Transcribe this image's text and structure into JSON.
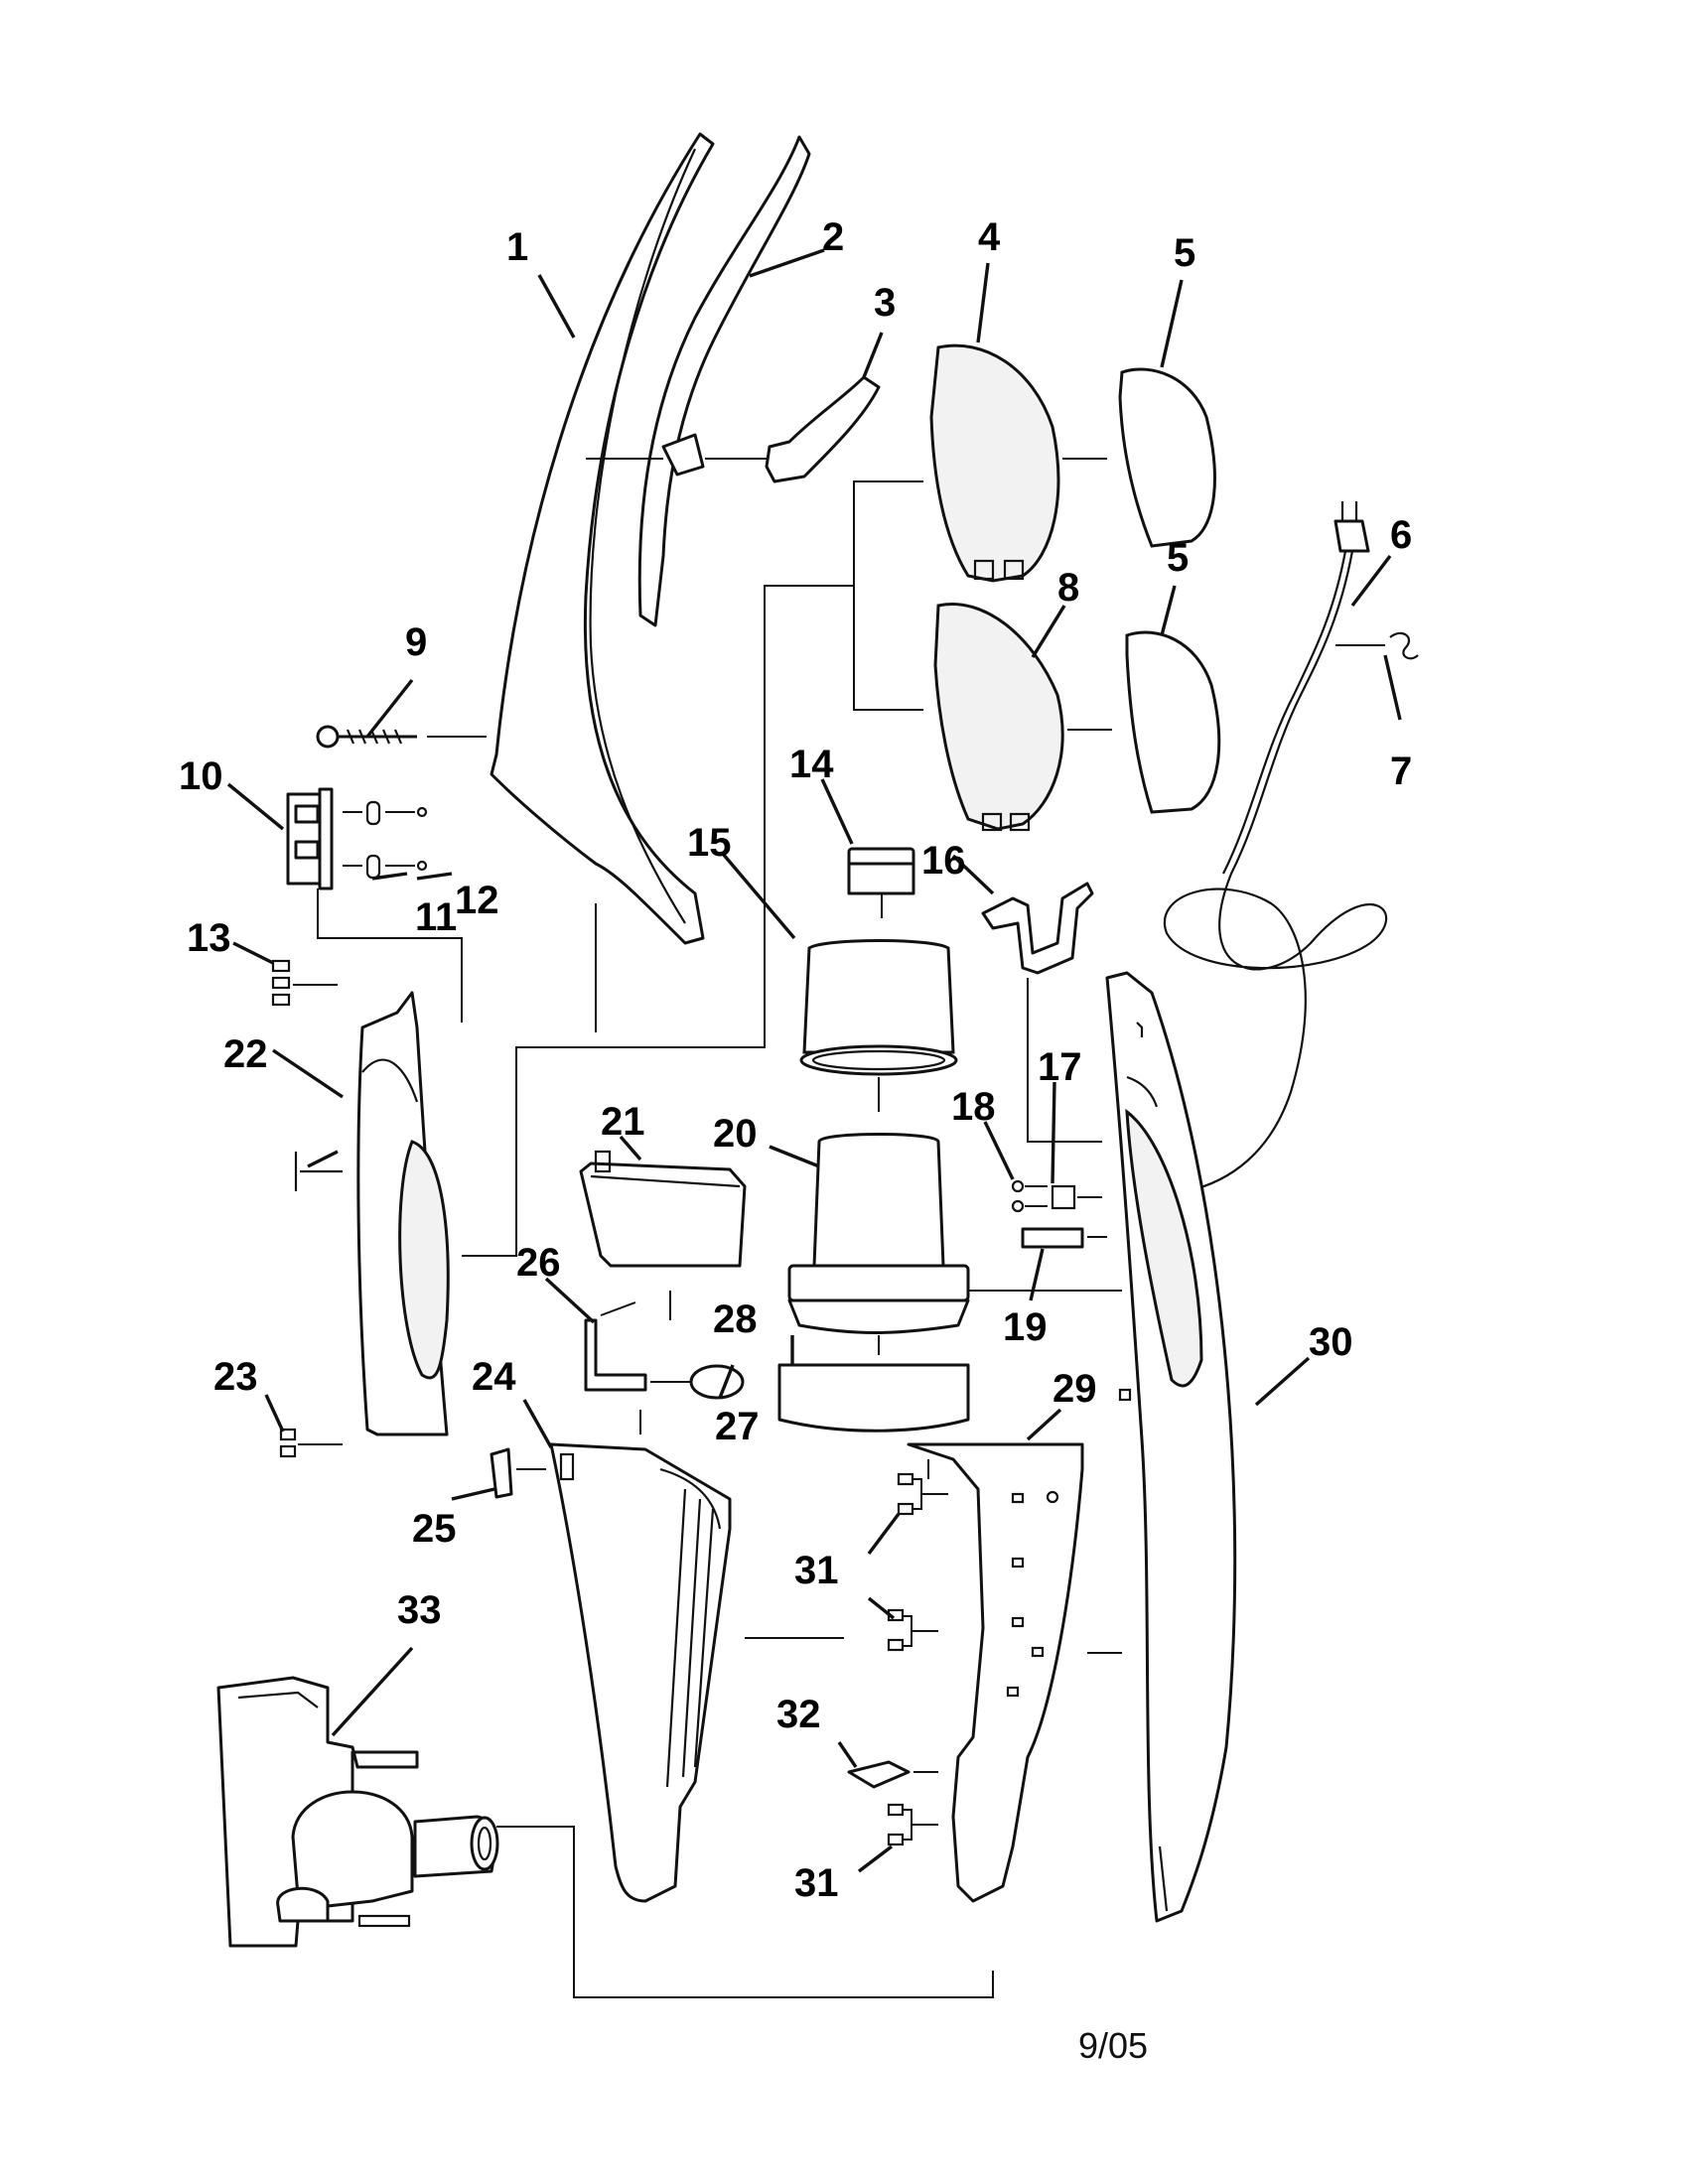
{
  "callouts": [
    {
      "id": "p1",
      "label": "1"
    },
    {
      "id": "p2",
      "label": "2"
    },
    {
      "id": "p3",
      "label": "3"
    },
    {
      "id": "p4",
      "label": "4"
    },
    {
      "id": "p5a",
      "label": "5"
    },
    {
      "id": "p5b",
      "label": "5"
    },
    {
      "id": "p6",
      "label": "6"
    },
    {
      "id": "p7",
      "label": "7"
    },
    {
      "id": "p8",
      "label": "8"
    },
    {
      "id": "p9",
      "label": "9"
    },
    {
      "id": "p10",
      "label": "10"
    },
    {
      "id": "p11",
      "label": "11"
    },
    {
      "id": "p12",
      "label": "12"
    },
    {
      "id": "p13",
      "label": "13"
    },
    {
      "id": "p14",
      "label": "14"
    },
    {
      "id": "p15",
      "label": "15"
    },
    {
      "id": "p16",
      "label": "16"
    },
    {
      "id": "p17",
      "label": "17"
    },
    {
      "id": "p18",
      "label": "18"
    },
    {
      "id": "p19",
      "label": "19"
    },
    {
      "id": "p20",
      "label": "20"
    },
    {
      "id": "p21",
      "label": "21"
    },
    {
      "id": "p22",
      "label": "22"
    },
    {
      "id": "p23",
      "label": "23"
    },
    {
      "id": "p24",
      "label": "24"
    },
    {
      "id": "p25",
      "label": "25"
    },
    {
      "id": "p26",
      "label": "26"
    },
    {
      "id": "p27",
      "label": "27"
    },
    {
      "id": "p28",
      "label": "28"
    },
    {
      "id": "p29",
      "label": "29"
    },
    {
      "id": "p30",
      "label": "30"
    },
    {
      "id": "p31a",
      "label": "31"
    },
    {
      "id": "p31b",
      "label": "31"
    },
    {
      "id": "p32",
      "label": "32"
    },
    {
      "id": "p33",
      "label": "33"
    }
  ],
  "footer": {
    "date_code": "9/05"
  }
}
